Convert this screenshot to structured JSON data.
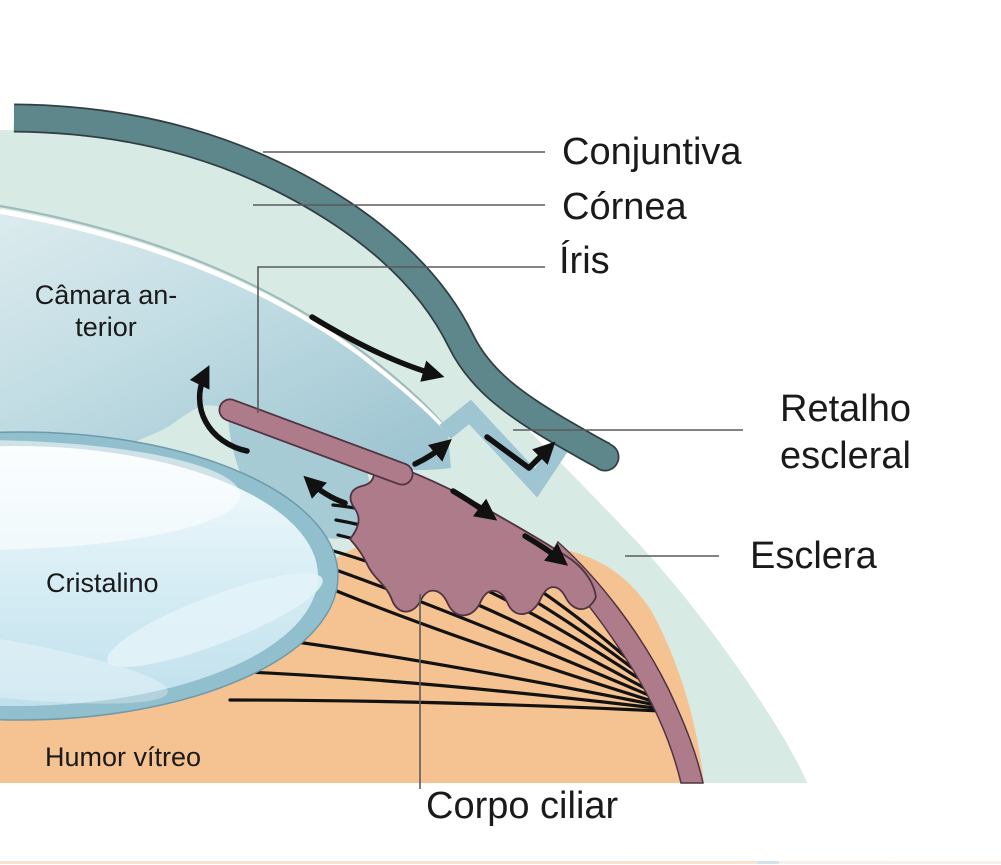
{
  "labels": {
    "camara_anterior": [
      "Câmara an-",
      "terior"
    ],
    "conjuntiva": "Conjuntiva",
    "cornea": "Córnea",
    "iris": "Íris",
    "retalho_escleral": [
      "Retalho",
      "escleral"
    ],
    "esclera": "Esclera",
    "cristalino": "Cristalino",
    "humor_vitreo": "Humor vítreo",
    "corpo_ciliar": "Corpo ciliar"
  },
  "colors": {
    "background": "#ffffff",
    "conjunctiva": "#5E878B",
    "conjunctiva_outline": "#303E43",
    "sclera": "#D8EAE4",
    "cornea_inner_line": "#9FBBBB",
    "aqueous_deep": "#A6CBD5",
    "drainage_channel": "#9FC4D2",
    "iris_ciliary": "#AE7B8A",
    "iris_outline": "#4F3340",
    "vitreous": "#F5C292",
    "lens_ring": "#92BFCD",
    "lens_ring_outline": "#6E9AAB",
    "flow_arrow": "#111111",
    "leader_line": "#5a5a5a",
    "text": "#1a1a1a"
  }
}
